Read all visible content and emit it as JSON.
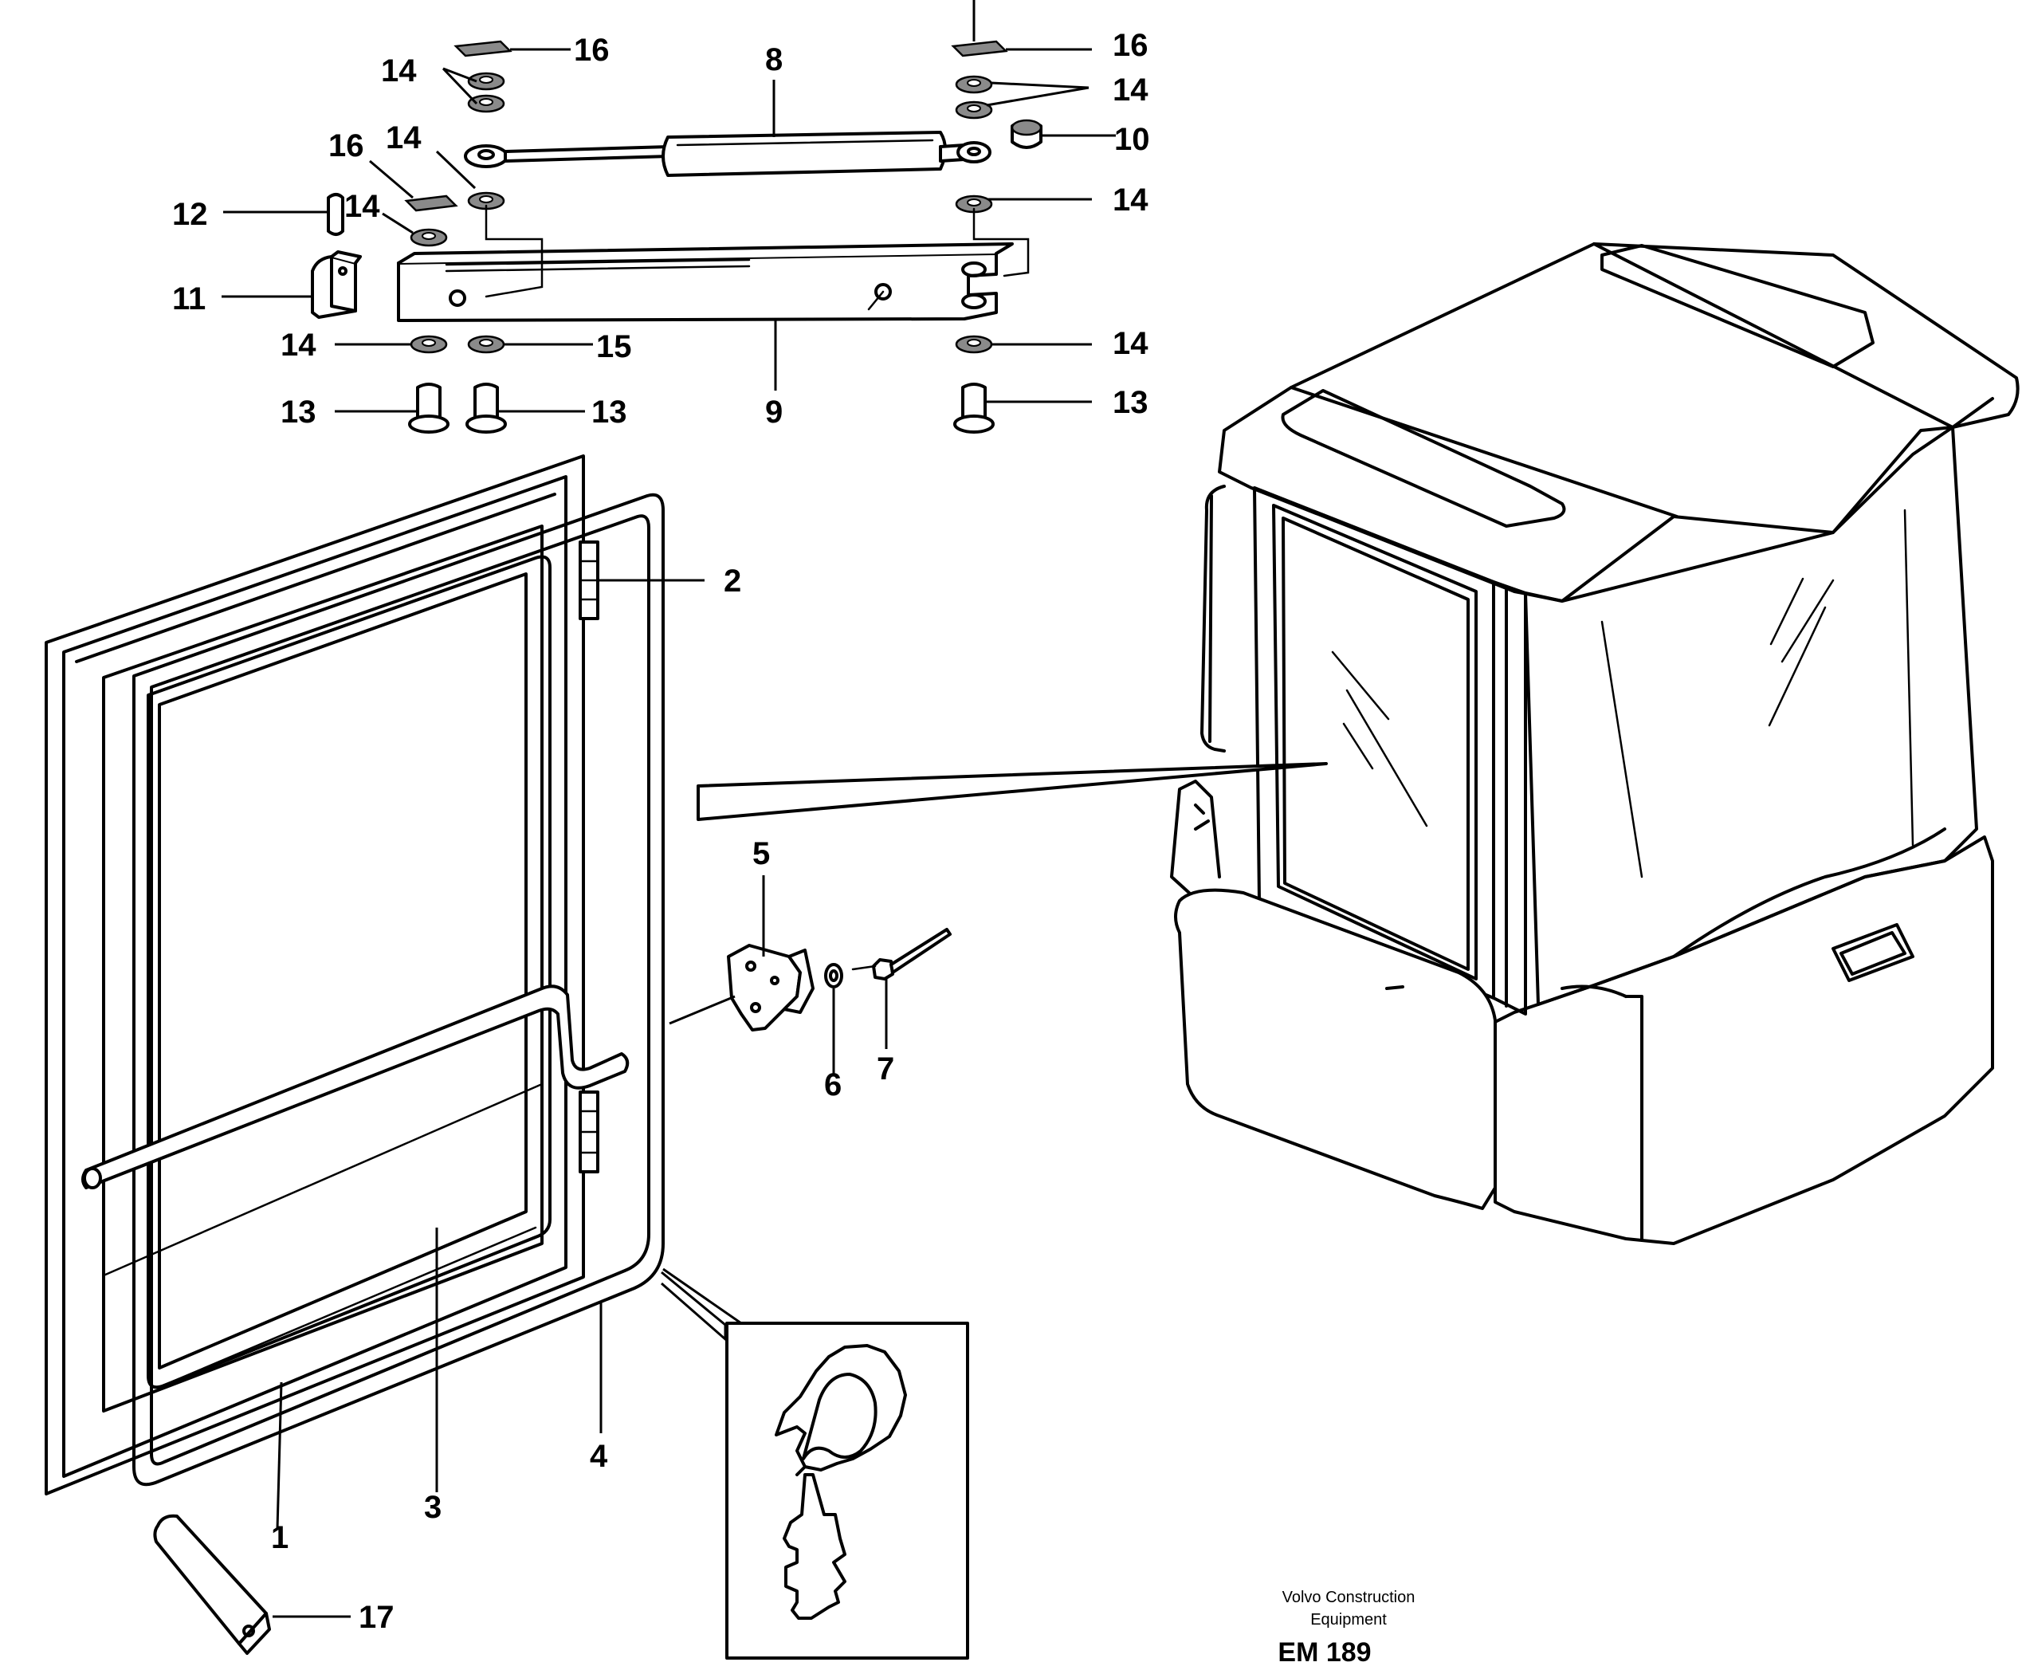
{
  "callouts": {
    "c1": "1",
    "c2": "2",
    "c3": "3",
    "c4": "4",
    "c5": "5",
    "c6": "6",
    "c7": "7",
    "c8": "8",
    "c9": "9",
    "c10": "10",
    "c11": "11",
    "c12": "12",
    "c13a": "13",
    "c13b": "13",
    "c13c": "13",
    "c14a": "14",
    "c14b": "14",
    "c14c": "14",
    "c14d": "14",
    "c14e": "14",
    "c14f": "14",
    "c14g": "14",
    "c15": "15",
    "c16a": "16",
    "c16b": "16",
    "c16c": "16",
    "c17": "17"
  },
  "footer": {
    "line1": "Volvo Construction",
    "line2": "Equipment",
    "code": "EM 189"
  }
}
